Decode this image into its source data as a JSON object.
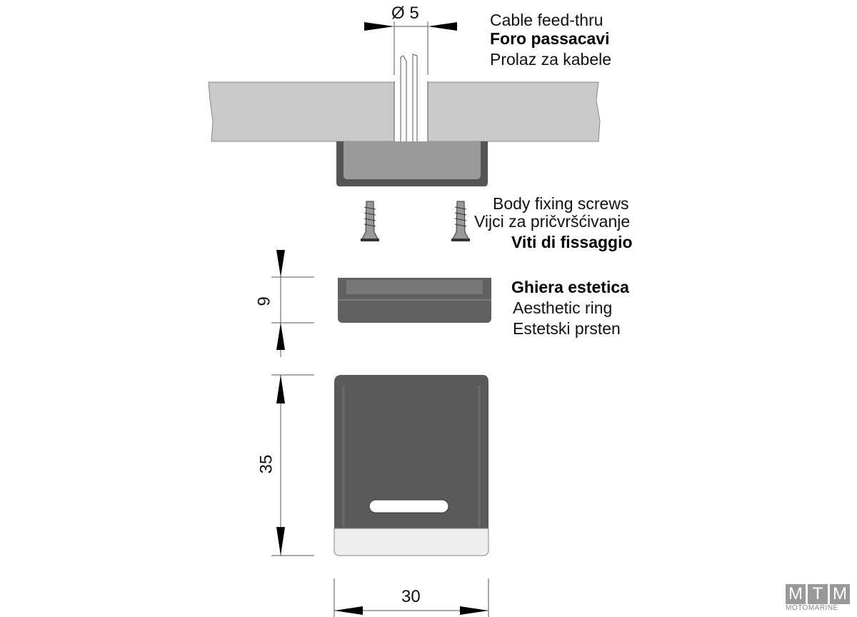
{
  "labels": {
    "cable": [
      "Cable feed-thru",
      "Foro passacavi",
      "Prolaz za kabele"
    ],
    "screws": [
      "Body fixing screws",
      "Vijci za pričvršćivanje",
      "Viti di fissaggio"
    ],
    "ring": [
      "Ghiera estetica",
      "Aesthetic ring",
      "Estetski prsten"
    ]
  },
  "dimensions": {
    "hole": "Ø 5",
    "ring_height": "9",
    "body_height": "35",
    "width": "30"
  },
  "logo": {
    "letters": [
      "M",
      "T",
      "M"
    ],
    "name": "MOTOMARINE"
  }
}
